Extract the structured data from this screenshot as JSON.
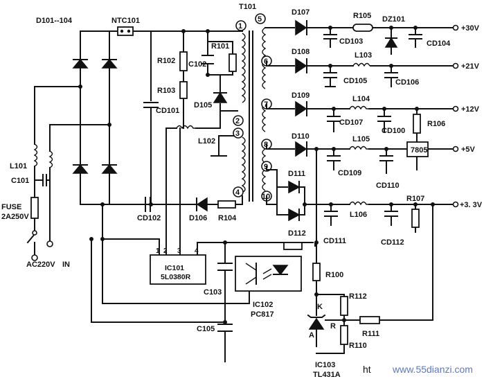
{
  "transformer": {
    "label": "T101",
    "pins": [
      "1",
      "2",
      "3",
      "4",
      "5",
      "6",
      "7",
      "8",
      "9",
      "10"
    ]
  },
  "rectifier": {
    "label": "D101--104"
  },
  "ntc": {
    "label": "NTC101"
  },
  "fuse": {
    "label": "FUSE",
    "rating": "2A250V"
  },
  "mains": {
    "label": "AC220V",
    "tag": "IN"
  },
  "primary": {
    "l101": "L101",
    "c101": "C101",
    "cd101": "CD101",
    "r101": "R101",
    "r102": "R102",
    "r103": "R103",
    "c102": "C102",
    "d105": "D105",
    "l102": "L102",
    "cd102": "CD102",
    "d106": "D106",
    "r104": "R104",
    "c103": "C103",
    "c105": "C105"
  },
  "ic101": {
    "label": "IC101",
    "part": "5L0380R",
    "pins": [
      "1",
      "2",
      "3",
      "4"
    ]
  },
  "ic102": {
    "label": "IC102",
    "part": "PC817"
  },
  "ic103": {
    "label": "IC103",
    "part": "TL431A",
    "k": "K",
    "r": "R",
    "a": "A"
  },
  "secondary": {
    "d107": "D107",
    "r105": "R105",
    "dz101": "DZ101",
    "cd103": "CD103",
    "cd104": "CD104",
    "d108": "D108",
    "l103": "L103",
    "cd105": "CD105",
    "cd106": "CD106",
    "d109": "D109",
    "l104": "L104",
    "cd107": "CD107",
    "cd100": "CD100",
    "r106": "R106",
    "d110": "D110",
    "l105": "L105",
    "cd109": "CD109",
    "reg": "7805",
    "cd110": "CD110",
    "d111": "D111",
    "d112": "D112",
    "l106": "L106",
    "cd111": "CD111",
    "cd112": "CD112",
    "r107": "R107",
    "r100": "R100",
    "r112": "R112",
    "r111": "R111",
    "r110": "R110"
  },
  "outputs": [
    "+30V",
    "+21V",
    "+12V",
    "+5V",
    "+3. 3V"
  ],
  "watermark": {
    "prefix": "ht",
    "site": "www.55dianzi.com"
  }
}
